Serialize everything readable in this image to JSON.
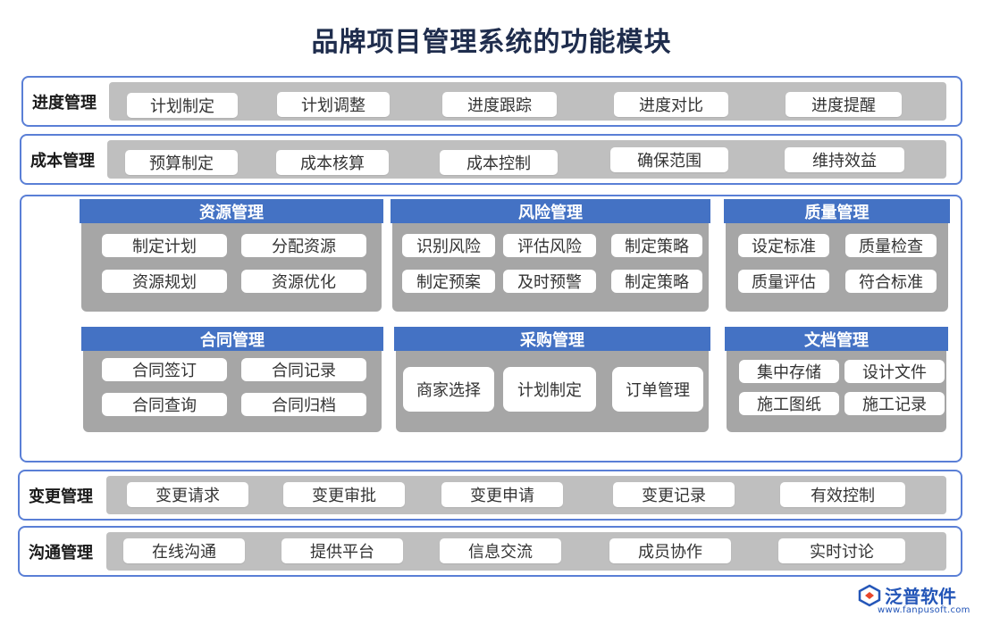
{
  "title": "品牌项目管理系统的功能模块",
  "rows": {
    "schedule": {
      "label": "进度管理",
      "items": [
        "计划制定",
        "计划调整",
        "进度跟踪",
        "进度对比",
        "进度提醒"
      ]
    },
    "cost": {
      "label": "成本管理",
      "items": [
        "预算制定",
        "成本核算",
        "成本控制",
        "确保范围",
        "维持效益"
      ]
    },
    "change": {
      "label": "变更管理",
      "items": [
        "变更请求",
        "变更审批",
        "变更申请",
        "变更记录",
        "有效控制"
      ]
    },
    "communication": {
      "label": "沟通管理",
      "items": [
        "在线沟通",
        "提供平台",
        "信息交流",
        "成员协作",
        "实时讨论"
      ]
    }
  },
  "modules": {
    "resource": {
      "title": "资源管理",
      "items": [
        "制定计划",
        "分配资源",
        "资源规划",
        "资源优化"
      ]
    },
    "risk": {
      "title": "风险管理",
      "items": [
        "识别风险",
        "评估风险",
        "制定策略",
        "制定预案",
        "及时预警",
        "制定策略"
      ]
    },
    "quality": {
      "title": "质量管理",
      "items": [
        "设定标准",
        "质量检查",
        "质量评估",
        "符合标准"
      ]
    },
    "contract": {
      "title": "合同管理",
      "items": [
        "合同签订",
        "合同记录",
        "合同查询",
        "合同归档"
      ]
    },
    "procurement": {
      "title": "采购管理",
      "items": [
        "商家选择",
        "计划制定",
        "订单管理"
      ]
    },
    "document": {
      "title": "文档管理",
      "items": [
        "集中存储",
        "设计文件",
        "施工图纸",
        "施工记录"
      ]
    }
  },
  "logo": {
    "name": "泛普软件",
    "url": "www.fanpusoft.com"
  },
  "colors": {
    "accent": "#4472c4",
    "frame": "#5a7fd6",
    "panel": "#bfbfbf",
    "module_body": "#a6a6a6"
  }
}
